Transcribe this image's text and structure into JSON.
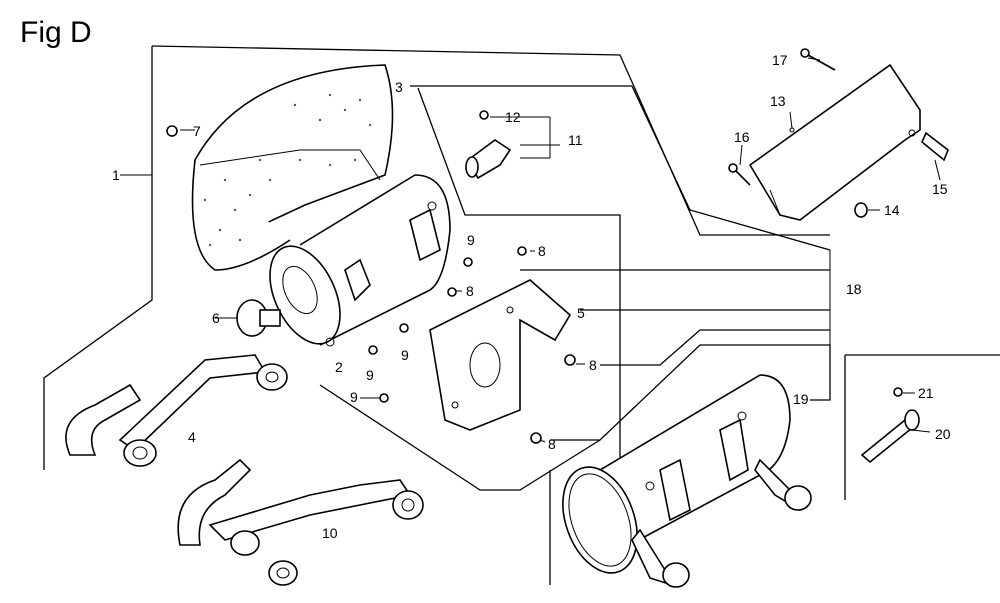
{
  "figure": {
    "title": "Fig D"
  },
  "callouts": [
    {
      "id": "c1",
      "text": "1"
    },
    {
      "id": "c2",
      "text": "2"
    },
    {
      "id": "c3",
      "text": "3"
    },
    {
      "id": "c4",
      "text": "4"
    },
    {
      "id": "c5",
      "text": "5"
    },
    {
      "id": "c6",
      "text": "6"
    },
    {
      "id": "c7",
      "text": "7"
    },
    {
      "id": "c8a",
      "text": "8"
    },
    {
      "id": "c8b",
      "text": "8"
    },
    {
      "id": "c8c",
      "text": "8"
    },
    {
      "id": "c8d",
      "text": "8"
    },
    {
      "id": "c9a",
      "text": "9"
    },
    {
      "id": "c9b",
      "text": "9"
    },
    {
      "id": "c9c",
      "text": "9"
    },
    {
      "id": "c9d",
      "text": "9"
    },
    {
      "id": "c10",
      "text": "10"
    },
    {
      "id": "c11",
      "text": "11"
    },
    {
      "id": "c12",
      "text": "12"
    },
    {
      "id": "c13",
      "text": "13"
    },
    {
      "id": "c14",
      "text": "14"
    },
    {
      "id": "c15",
      "text": "15"
    },
    {
      "id": "c16",
      "text": "16"
    },
    {
      "id": "c17",
      "text": "17"
    },
    {
      "id": "c18",
      "text": "18"
    },
    {
      "id": "c19",
      "text": "19"
    },
    {
      "id": "c20",
      "text": "20"
    },
    {
      "id": "c21",
      "text": "21"
    }
  ]
}
